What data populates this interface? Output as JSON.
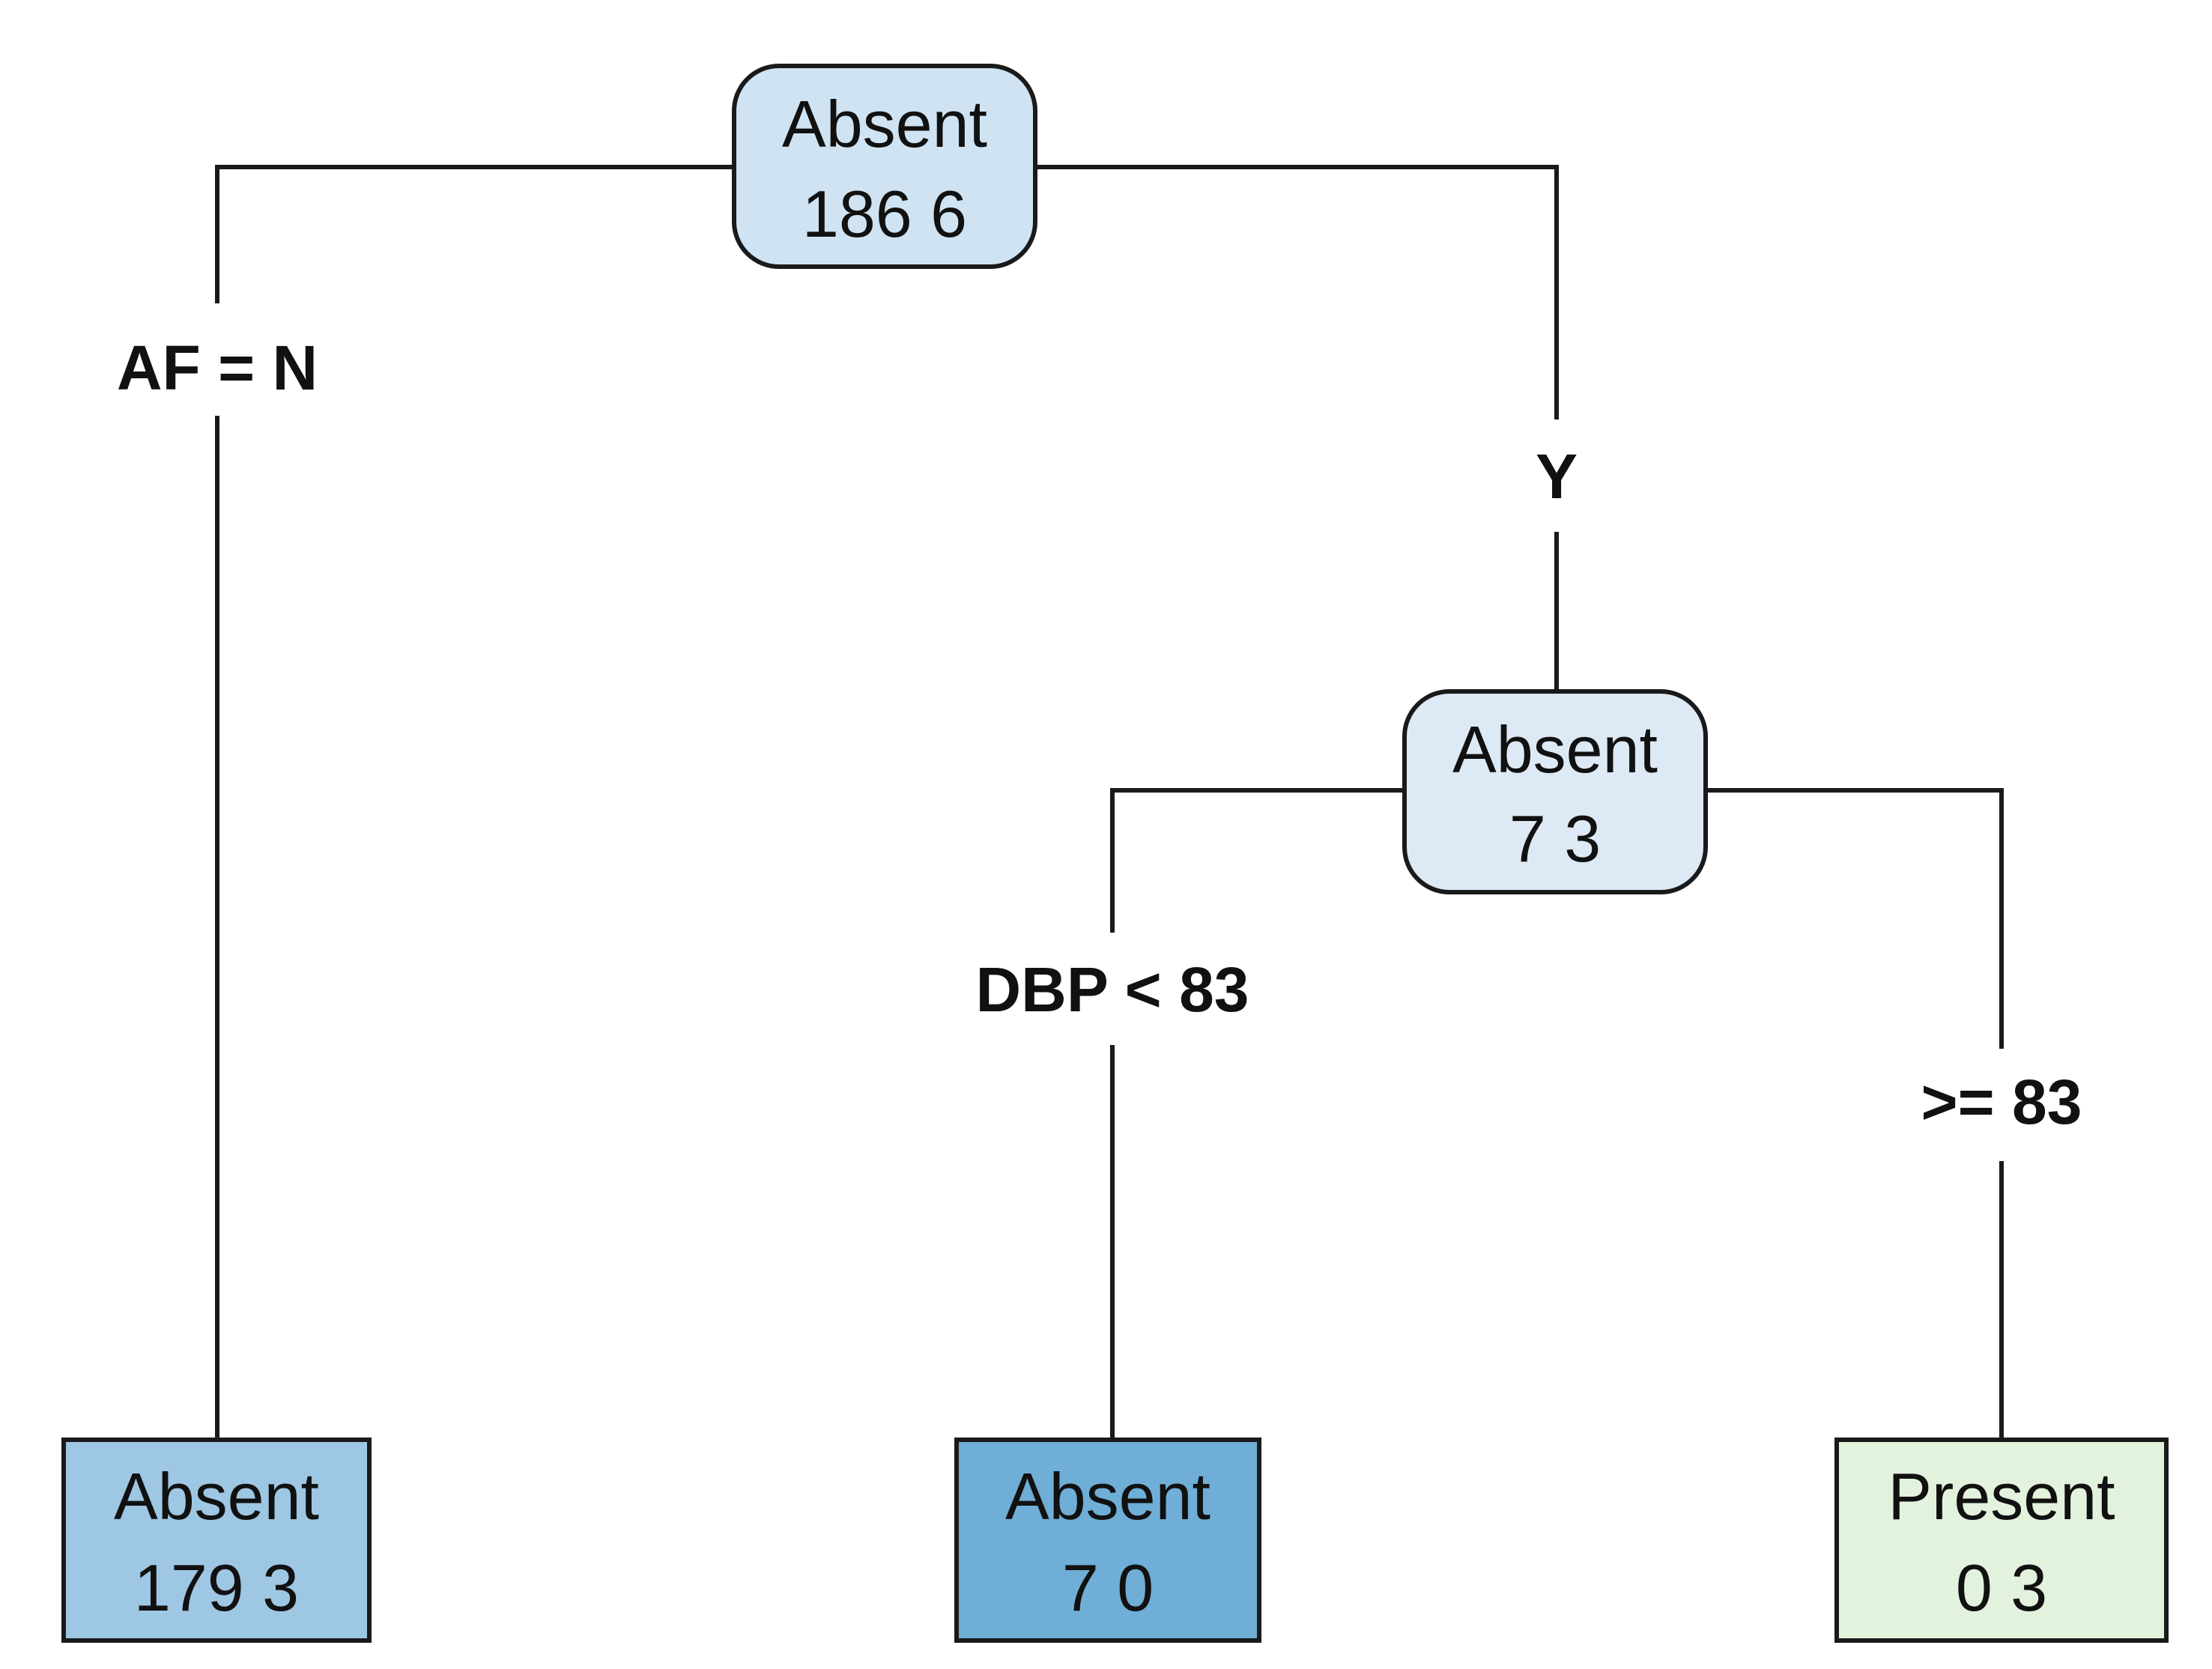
{
  "tree": {
    "root": {
      "class_label": "Absent",
      "counts": "186  6",
      "fill": "#cfe3f2"
    },
    "root_left_split": "AF = N",
    "root_right_split": "Y",
    "internal": {
      "class_label": "Absent",
      "counts": "7  3",
      "fill": "#dde9f5"
    },
    "internal_left_split": "DBP < 83",
    "internal_right_split": ">= 83",
    "leaf_left": {
      "class_label": "Absent",
      "counts": "179  3",
      "fill": "#9ec7e3"
    },
    "leaf_middle": {
      "class_label": "Absent",
      "counts": "7  0",
      "fill": "#6faed6"
    },
    "leaf_right": {
      "class_label": "Present",
      "counts": "0  3",
      "fill": "#e3f2dc"
    }
  }
}
